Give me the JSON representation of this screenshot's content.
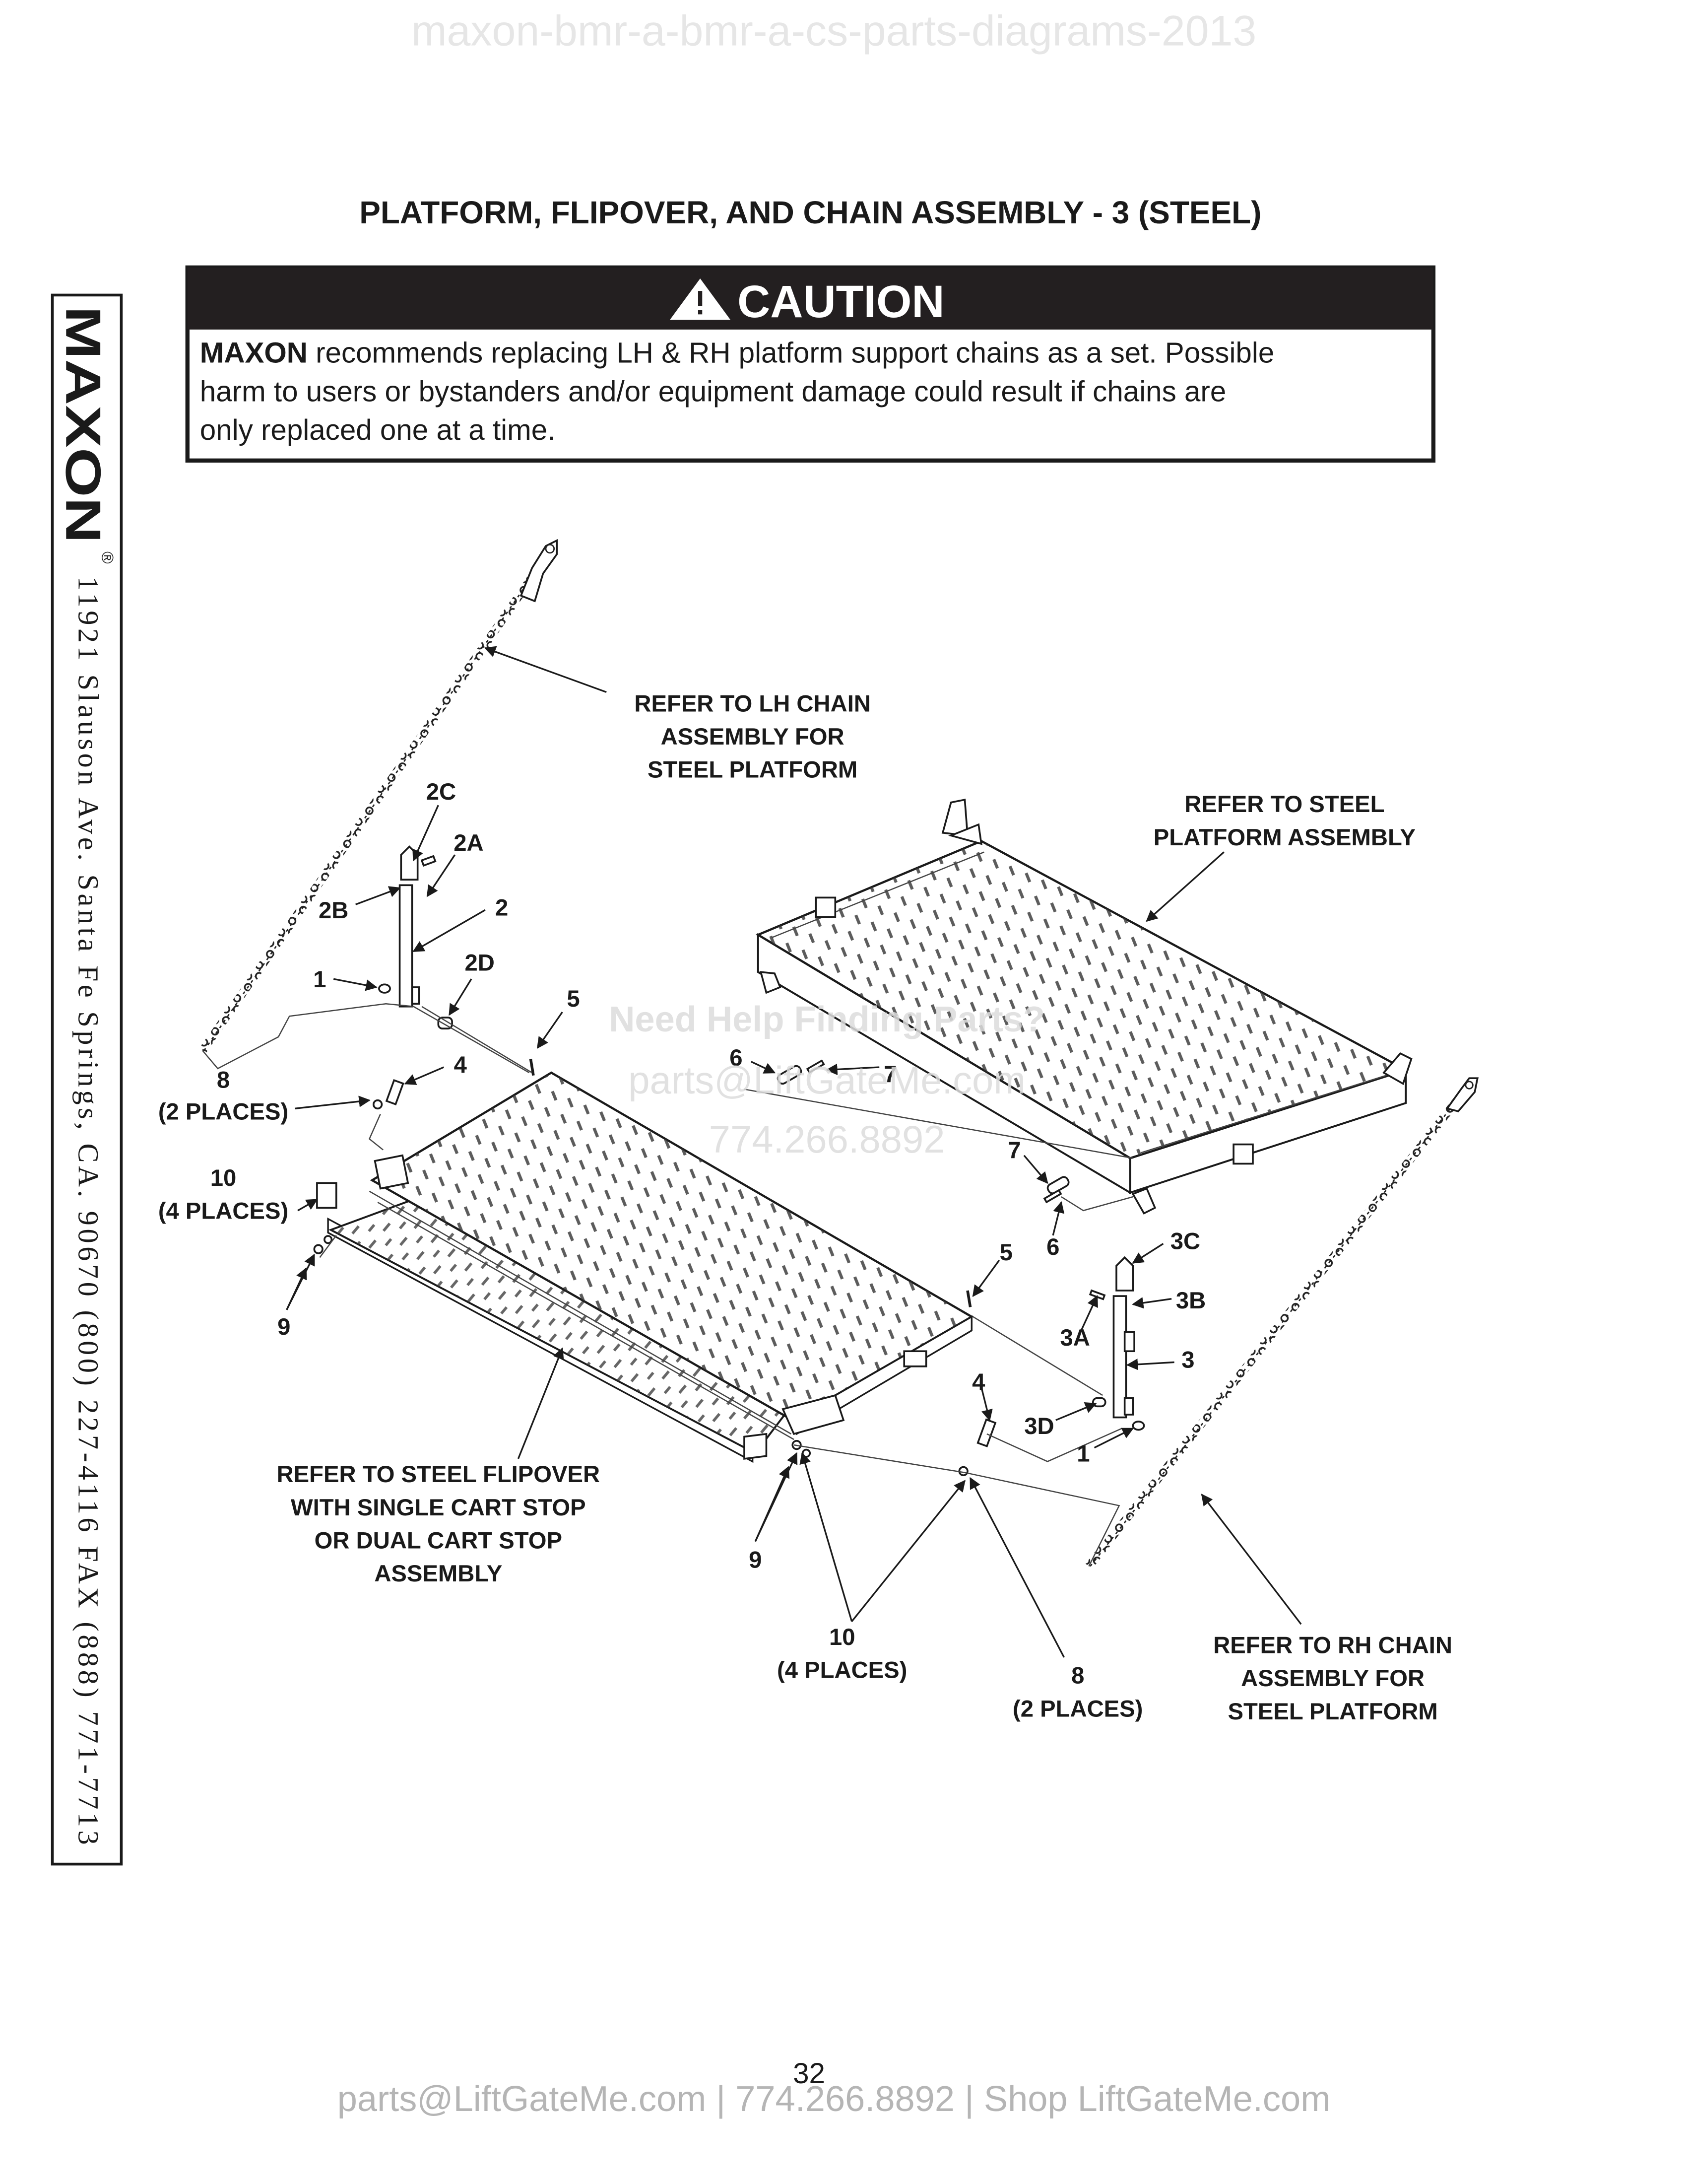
{
  "header": {
    "watermark": "maxon-bmr-a-bmr-a-cs-parts-diagrams-2013",
    "title": "PLATFORM, FLIPOVER, AND CHAIN ASSEMBLY - 3 (STEEL)"
  },
  "caution": {
    "heading": "CAUTION",
    "line1_brand": "MAXON",
    "line1_rest": " recommends replacing LH & RH platform support chains as a set. Possible",
    "line2": "harm to users or bystanders and/or equipment damage could result if chains are",
    "line3": "only replaced one at a time."
  },
  "sidebar": {
    "brand": "MAXON",
    "registered": "®",
    "address": "11921 Slauson Ave.  Santa Fe Springs, CA.  90670  (800) 227-4116  FAX (888) 771-7713"
  },
  "overlay_watermarks": {
    "help": "Need Help Finding Parts?",
    "email": "parts@LiftGateMe.com",
    "phone": "774.266.8892"
  },
  "callouts": {
    "lh_chain": [
      "REFER TO LH CHAIN",
      "ASSEMBLY FOR",
      "STEEL PLATFORM"
    ],
    "steel_platform": [
      "REFER TO STEEL",
      "PLATFORM ASSEMBLY"
    ],
    "flipover": [
      "REFER TO STEEL FLIPOVER",
      "WITH SINGLE CART STOP",
      "OR DUAL CART STOP",
      "ASSEMBLY"
    ],
    "rh_chain": [
      "REFER TO RH CHAIN",
      "ASSEMBLY FOR",
      "STEEL PLATFORM"
    ]
  },
  "part_labels": {
    "p2C": "2C",
    "p2A": "2A",
    "p2B": "2B",
    "p2": "2",
    "p1_left": "1",
    "p2D": "2D",
    "p5_top": "5",
    "p4_left": "4",
    "p8_left": "8",
    "places2_left": "(2 PLACES)",
    "p10_left": "10",
    "places4_left": "(4 PLACES)",
    "p9_left": "9",
    "p6_top": "6",
    "p7_top": "7",
    "p7_right": "7",
    "p6_right": "6",
    "p5_right": "5",
    "p3C": "3C",
    "p3B": "3B",
    "p3A": "3A",
    "p3": "3",
    "p3D": "3D",
    "p4_right": "4",
    "p1_right": "1",
    "p9_bottom": "9",
    "p10_bottom": "10",
    "places4_bottom": "(4 PLACES)",
    "p8_bottom": "8",
    "places2_bottom": "(2 PLACES)"
  },
  "footer": {
    "page_number": "32",
    "contact": "parts@LiftGateMe.com | 774.266.8892 | Shop LiftGateMe.com"
  }
}
